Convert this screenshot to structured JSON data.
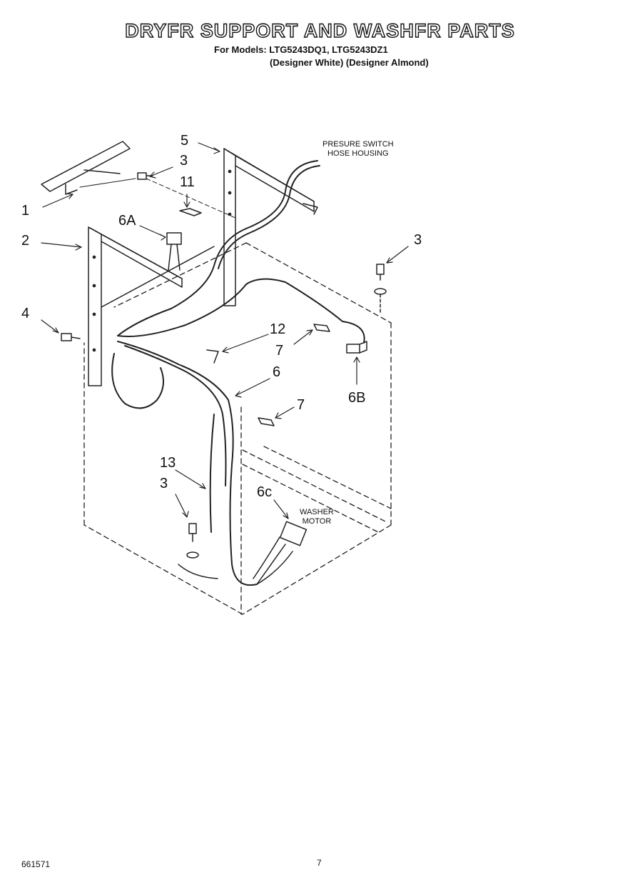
{
  "header": {
    "title": "DRYFR SUPPORT AND WASHFR PARTS",
    "models_line": "For Models: LTG5243DQ1, LTG5243DZ1",
    "finish_line": "(Designer White) (Designer Almond)"
  },
  "callouts": {
    "c1": "1",
    "c2": "2",
    "c3a": "3",
    "c3b": "3",
    "c3c": "3",
    "c4": "4",
    "c5": "5",
    "c6": "6",
    "c6a": "6A",
    "c6b": "6B",
    "c6c": "6c",
    "c7a": "7",
    "c7b": "7",
    "c11": "11",
    "c12": "12",
    "c13": "13"
  },
  "notes": {
    "pressure_switch_l1": "PRESURE SWITCH",
    "pressure_switch_l2": "HOSE HOUSING",
    "washer_motor_l1": "WASHER",
    "washer_motor_l2": "MOTOR"
  },
  "footer": {
    "doc_number": "661571",
    "page_number": "7"
  }
}
